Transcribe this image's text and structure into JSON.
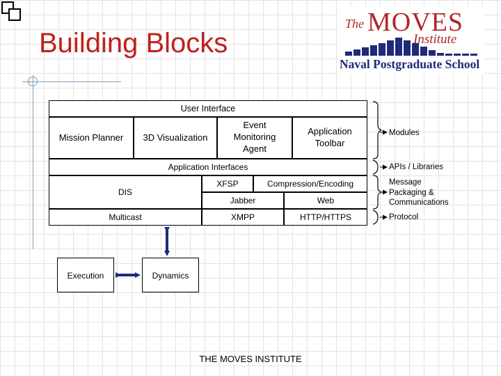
{
  "slide": {
    "title": "Building Blocks",
    "footer": "THE MOVES INSTITUTE"
  },
  "logo": {
    "the": "The",
    "moves": "MOVES",
    "institute": "Institute",
    "school": "Naval Postgraduate School",
    "primary_color": "#b0262a",
    "secondary_color": "#1e2a7a"
  },
  "diagram": {
    "user_interface": "User Interface",
    "mission_planner": "Mission Planner",
    "visualization_3d": "3D Visualization",
    "event_monitoring_agent": [
      "Event",
      "Monitoring",
      "Agent"
    ],
    "application_toolbar": [
      "Application",
      "Toolbar"
    ],
    "application_interfaces": "Application Interfaces",
    "dis": "DIS",
    "multicast": "Multicast",
    "xfsp": "XFSP",
    "compression_encoding": "Compression/Encoding",
    "jabber": "Jabber",
    "web": "Web",
    "xmpp": "XMPP",
    "http_https": "HTTP/HTTPS",
    "execution": "Execution",
    "dynamics": "Dynamics",
    "arrow_color": "#1e2a7a"
  },
  "layers": {
    "modules": "Modules",
    "apis_libraries": "APIs / Libraries",
    "message_packaging": [
      "Message",
      "Packaging &",
      "Communications"
    ],
    "protocol": "Protocol"
  }
}
